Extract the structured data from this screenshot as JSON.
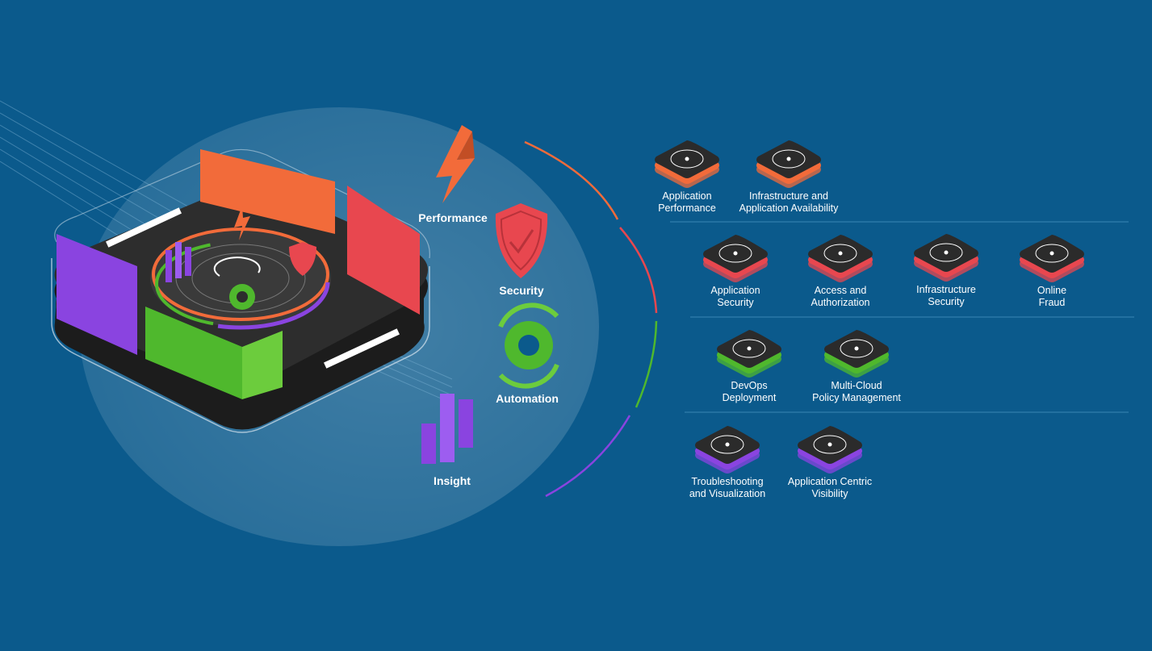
{
  "pillars": [
    {
      "label": "Performance",
      "color": "#f26b3a",
      "icon": "lightning-icon"
    },
    {
      "label": "Security",
      "color": "#e8474f",
      "icon": "shield-check-icon"
    },
    {
      "label": "Automation",
      "color": "#4fb82d",
      "icon": "gear-cycle-icon"
    },
    {
      "label": "Insight",
      "color": "#8a44e0",
      "icon": "bar-chart-icon"
    }
  ],
  "groups": [
    {
      "name": "performance",
      "color": "#f26b3a",
      "tiles": [
        {
          "label": "Application\nPerformance",
          "icon": "gauge-icon"
        },
        {
          "label": "Infrastructure and\nApplication Availability",
          "icon": "app-check-icon"
        }
      ]
    },
    {
      "name": "security",
      "color": "#e8474f",
      "tiles": [
        {
          "label": "Application\nSecurity",
          "icon": "shield-cycle-icon"
        },
        {
          "label": "Access and\nAuthorization",
          "icon": "users-icon"
        },
        {
          "label": "Infrastructure\nSecurity",
          "icon": "firewall-icon"
        },
        {
          "label": "Online\nFraud",
          "icon": "login-form-icon"
        }
      ]
    },
    {
      "name": "automation",
      "color": "#4fb82d",
      "tiles": [
        {
          "label": "DevOps\nDeployment",
          "icon": "cloud-cycle-icon"
        },
        {
          "label": "Multi-Cloud\nPolicy Management",
          "icon": "cloud-gear-icon"
        }
      ]
    },
    {
      "name": "insight",
      "color": "#8a44e0",
      "tiles": [
        {
          "label": "Troubleshooting\nand Visualization",
          "icon": "magnifier-chart-icon"
        },
        {
          "label": "Application Centric\nVisibility",
          "icon": "dashboard-icon"
        }
      ]
    }
  ],
  "colors": {
    "background": "#0b5a8c",
    "tile_top": "#2b2b2b",
    "divider": "#3a86b3"
  }
}
